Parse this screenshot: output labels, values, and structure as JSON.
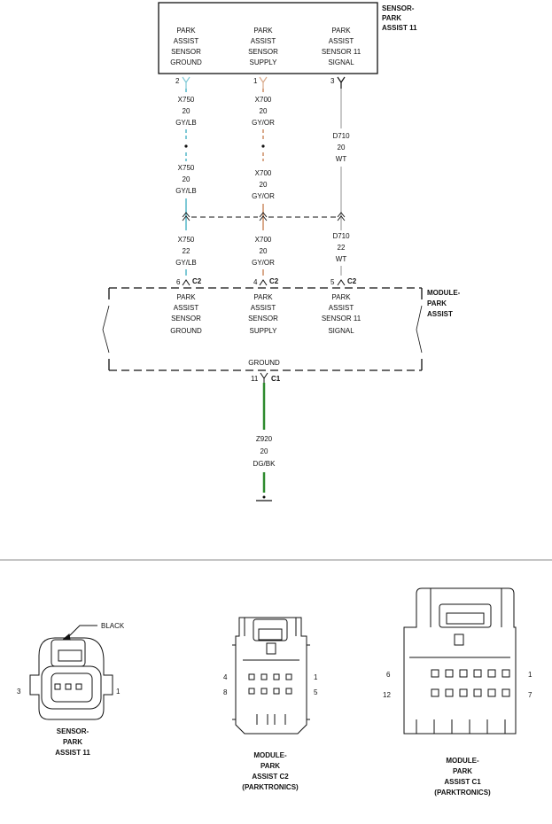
{
  "colors": {
    "wire_gy_lb": "#7fc9d6",
    "wire_gy_or": "#d9a98a",
    "wire_wt": "#c8c8c8",
    "wire_dg_bk": "#2e8b2e",
    "ink": "#111111"
  },
  "sensor": {
    "name_lines": [
      "SENSOR-",
      "PARK",
      "ASSIST 11"
    ],
    "pins": [
      {
        "label_lines": [
          "PARK",
          "ASSIST",
          "SENSOR",
          "GROUND"
        ],
        "pin": "2"
      },
      {
        "label_lines": [
          "PARK",
          "ASSIST",
          "SENSOR",
          "SUPPLY"
        ],
        "pin": "1"
      },
      {
        "label_lines": [
          "PARK",
          "ASSIST",
          "SENSOR 11",
          "SIGNAL"
        ],
        "pin": "3"
      }
    ]
  },
  "wires": [
    {
      "seg1": {
        "circuit": "X750",
        "gauge": "20",
        "color": "GY/LB"
      },
      "seg2": {
        "circuit": "X750",
        "gauge": "20",
        "color": "GY/LB"
      },
      "seg3": {
        "circuit": "X750",
        "gauge": "22",
        "color": "GY/LB"
      }
    },
    {
      "seg1": {
        "circuit": "X700",
        "gauge": "20",
        "color": "GY/OR"
      },
      "seg2": {
        "circuit": "X700",
        "gauge": "20",
        "color": "GY/OR"
      },
      "seg3": {
        "circuit": "X700",
        "gauge": "20",
        "color": "GY/OR"
      }
    },
    {
      "seg1": {
        "circuit": "D710",
        "gauge": "20",
        "color": "WT"
      },
      "seg3": {
        "circuit": "D710",
        "gauge": "22",
        "color": "WT"
      }
    }
  ],
  "module": {
    "name_lines": [
      "MODULE-",
      "PARK",
      "ASSIST"
    ],
    "pins": [
      {
        "pin": "6",
        "connector": "C2",
        "label_lines": [
          "PARK",
          "ASSIST",
          "SENSOR",
          "GROUND"
        ]
      },
      {
        "pin": "4",
        "connector": "C2",
        "label_lines": [
          "PARK",
          "ASSIST",
          "SENSOR",
          "SUPPLY"
        ]
      },
      {
        "pin": "5",
        "connector": "C2",
        "label_lines": [
          "PARK",
          "ASSIST",
          "SENSOR 11",
          "SIGNAL"
        ]
      }
    ],
    "ground": {
      "label": "GROUND",
      "pin": "11",
      "connector": "C1"
    }
  },
  "ground_wire": {
    "circuit": "Z920",
    "gauge": "20",
    "color": "DG/BK"
  },
  "connectors": {
    "sensor": {
      "callout": "BLACK",
      "pin_left": "3",
      "pin_right": "1",
      "caption_lines": [
        "SENSOR-",
        "PARK",
        "ASSIST 11"
      ]
    },
    "c2": {
      "pin_top_left": "4",
      "pin_top_right": "1",
      "pin_bot_left": "8",
      "pin_bot_right": "5",
      "caption_lines": [
        "MODULE-",
        "PARK",
        "ASSIST C2",
        "(PARKTRONICS)"
      ]
    },
    "c1": {
      "pin_top_left": "6",
      "pin_top_right": "1",
      "pin_bot_left": "12",
      "pin_bot_right": "7",
      "caption_lines": [
        "MODULE-",
        "PARK",
        "ASSIST C1",
        "(PARKTRONICS)"
      ]
    }
  }
}
